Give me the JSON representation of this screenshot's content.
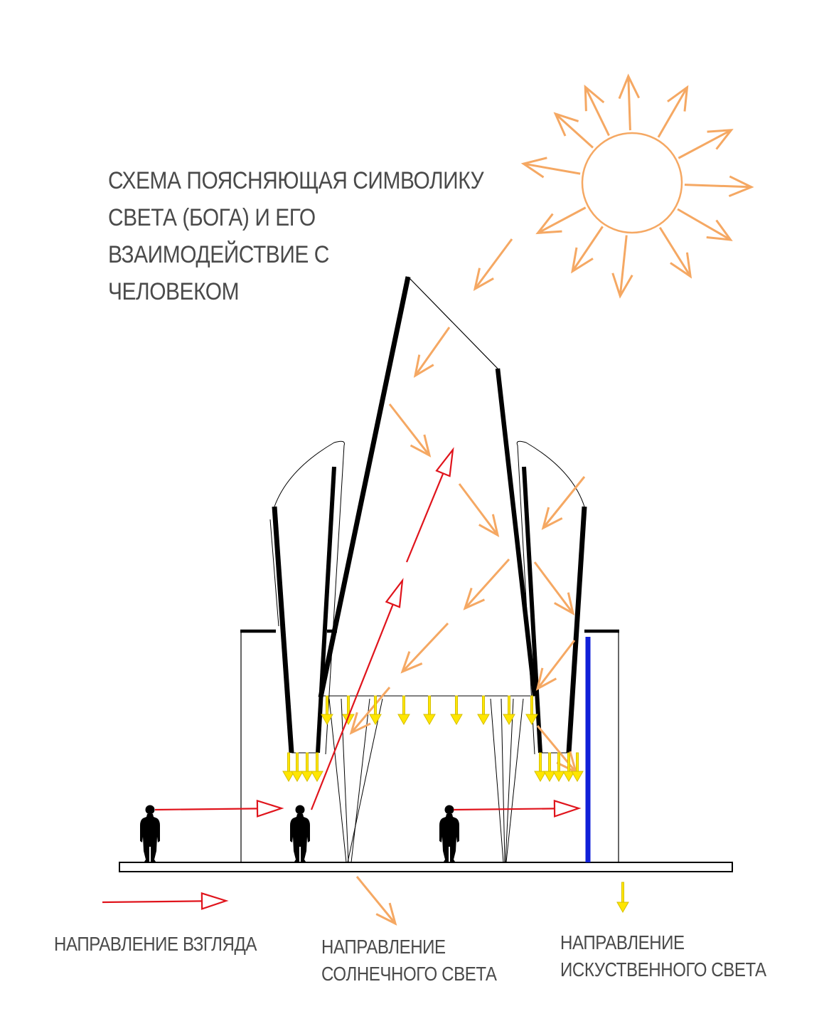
{
  "title_lines": [
    "СХЕМА ПОЯСНЯЮЩАЯ СИМВОЛИКУ",
    "СВЕТА (БОГА) И ЕГО",
    "ВЗАИМОДЕЙСТВИЕ С",
    "ЧЕЛОВЕКОМ"
  ],
  "legend": {
    "gaze": {
      "line1": "НАПРАВЛЕНИЕ ВЗГЛЯДА"
    },
    "sun": {
      "line1": "НАПРАВЛЕНИЕ",
      "line2": "СОЛНЕЧНОГО СВЕТА"
    },
    "artificial": {
      "line1": "НАПРАВЛЕНИЕ",
      "line2": "ИСКУСТВЕННОГО СВЕТА"
    }
  },
  "colors": {
    "sun": "#f5a863",
    "gaze": "#e0141c",
    "artificial": "#ffe600",
    "artificial_stroke": "#d6c000",
    "structure": "#000000",
    "glass": "#1020d8",
    "text": "#4a4a4a"
  }
}
